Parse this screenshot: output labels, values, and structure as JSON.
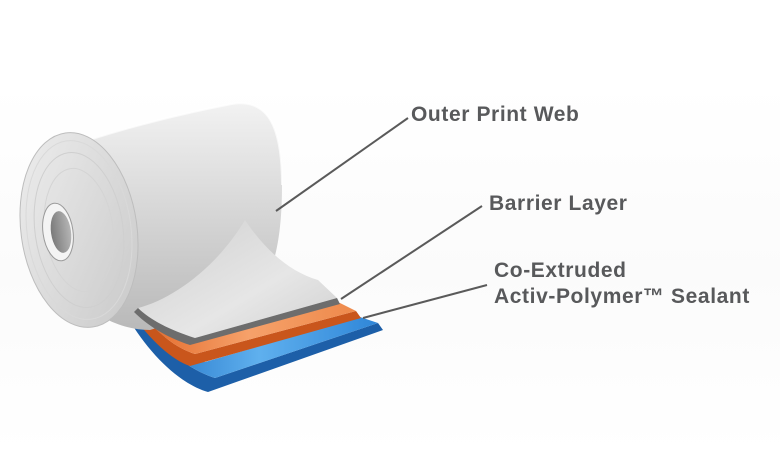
{
  "diagram": {
    "layers": [
      {
        "id": "outer",
        "label": "Outer Print Web",
        "color": "#d9d9d9"
      },
      {
        "id": "barrier",
        "label": "Barrier Layer",
        "color": "#e8884a"
      },
      {
        "id": "sealant",
        "label_line1": "Co-Extruded",
        "label_line2": "Activ-Polymer™ Sealant",
        "color": "#3b8fd6"
      }
    ],
    "leader_color": "#5a5a5a",
    "label_color": "#58595b"
  }
}
